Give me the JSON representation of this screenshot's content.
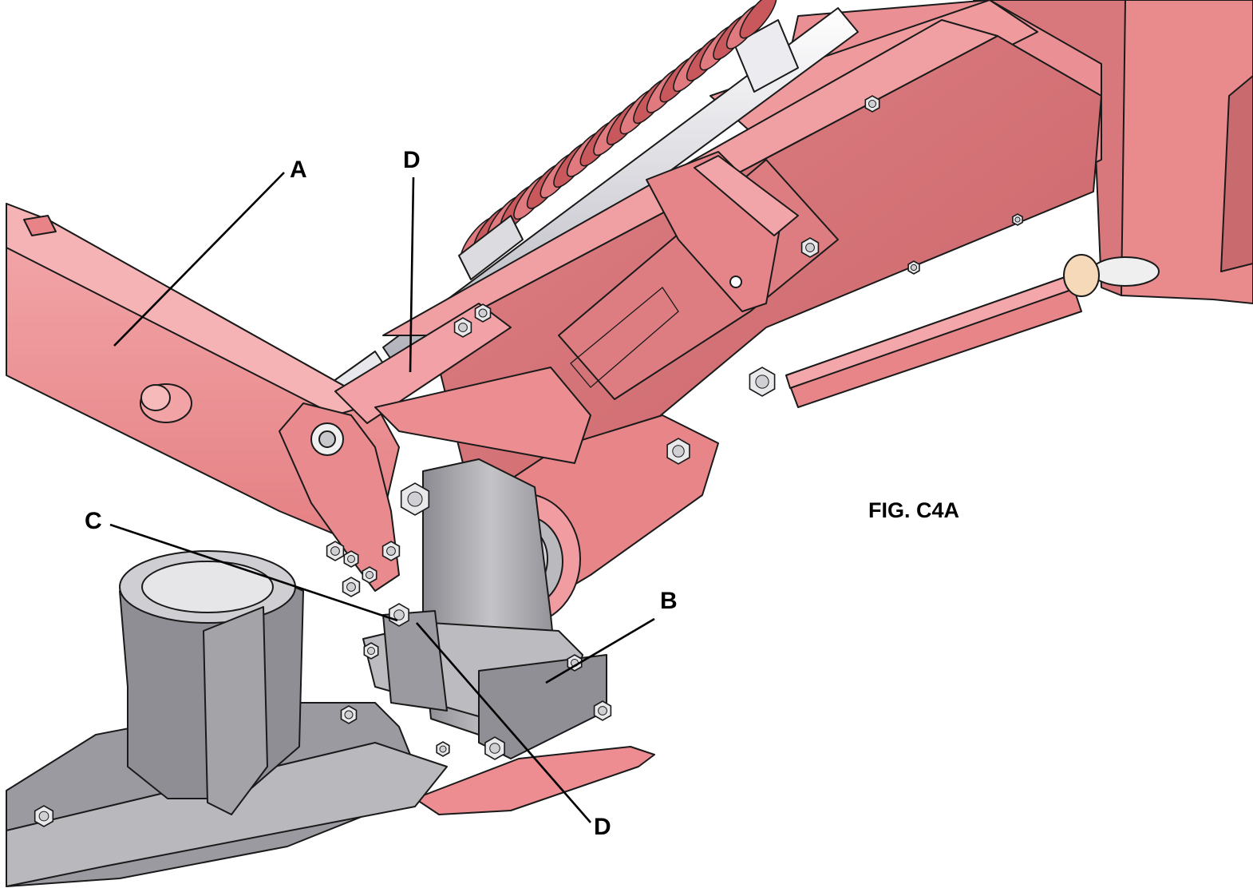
{
  "figure_label": "FIG. C4A",
  "callouts": {
    "a": "A",
    "b": "B",
    "c": "C",
    "d_top": "D",
    "d_bottom": "D"
  },
  "colors": {
    "frame_red": "#ec8c8e",
    "frame_red_dark": "#cf6f72",
    "frame_red_light": "#f4aeb0",
    "gray_casting": "#a9a9ad",
    "gray_dark": "#7e7e84",
    "gray_light": "#d3d3d6",
    "outline": "#1a1a1a"
  },
  "icons": [
    "bolt-head",
    "hex-nut",
    "coil-spring",
    "pivot-pin"
  ]
}
